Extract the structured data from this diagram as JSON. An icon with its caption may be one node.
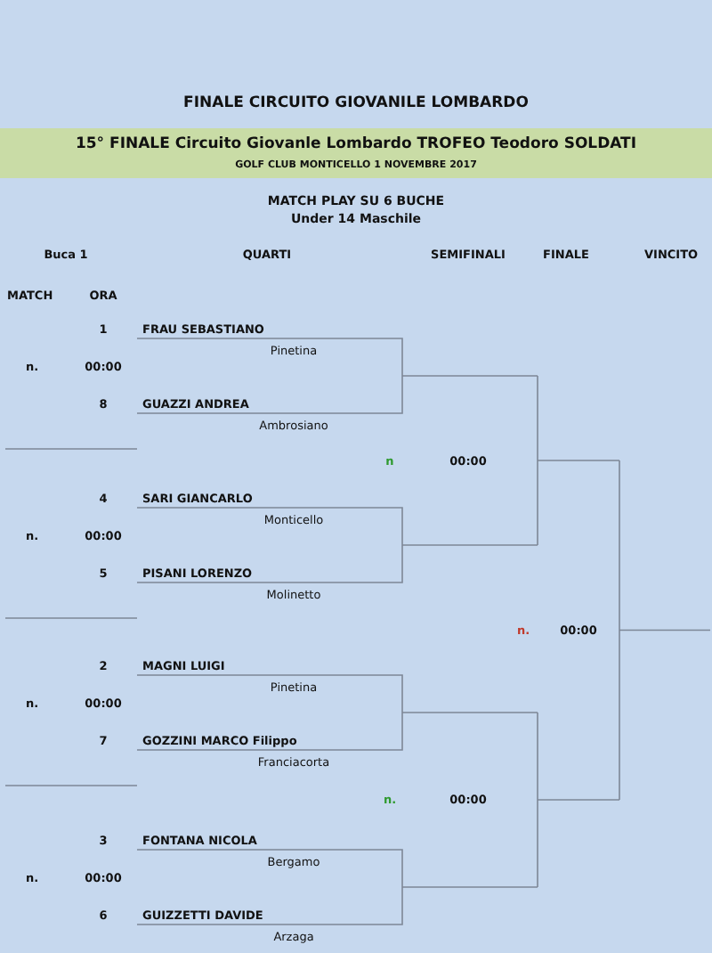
{
  "diagram": {
    "title": "FINALE CIRCUITO GIOVANILE LOMBARDO",
    "labels": [
      "15° FINALE Circuito Giovanle Lombardo TROFEO Teodoro SOLDATI",
      "GOLF CLUB MONTICELLO 1 NOVEMBRE 2017",
      "MATCH PLAY SU 6 BUCHE",
      "Under 14 Maschile",
      "Buca 1",
      "QUARTI",
      "SEMIFINALI",
      "FINALE",
      "VINCITO",
      "MATCH",
      "ORA",
      "1",
      "FRAU SEBASTIANO",
      "Pinetina",
      "n.",
      "00:00",
      "8",
      "GUAZZI ANDREA",
      "Ambrosiano",
      "n",
      "00:00",
      "4",
      "SARI GIANCARLO",
      "Monticello",
      "n.",
      "00:00",
      "5",
      "PISANI LORENZO",
      "Molinetto",
      "n.",
      "00:00",
      "2",
      "MAGNI LUIGI",
      "Pinetina",
      "n.",
      "00:00",
      "7",
      "GOZZINI MARCO Filippo",
      "Franciacorta",
      "n.",
      "00:00",
      "3",
      "FONTANA NICOLA",
      "Bergamo",
      "n.",
      "00:00",
      "6",
      "GUIZZETTI DAVIDE",
      "Arzaga"
    ]
  }
}
